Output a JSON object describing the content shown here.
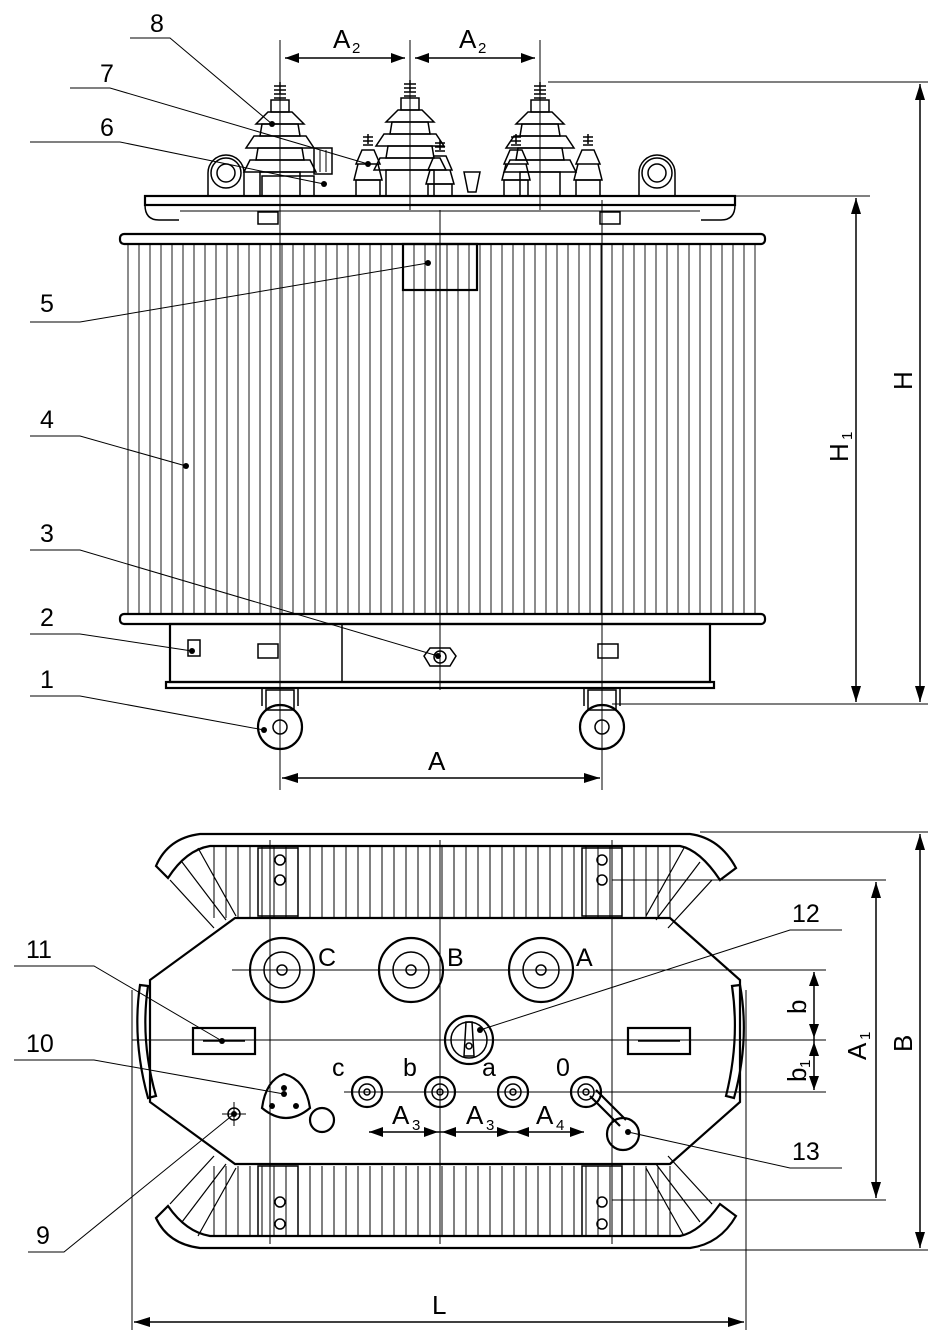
{
  "callouts": [
    "1",
    "2",
    "3",
    "4",
    "5",
    "6",
    "7",
    "8",
    "9",
    "10",
    "11",
    "12",
    "13"
  ],
  "dimensions": {
    "A": "A",
    "A2_main": "A",
    "A2_sub": "2",
    "A3_main": "A",
    "A3_sub": "3",
    "A4_main": "A",
    "A4_sub": "4",
    "A1_main": "A",
    "A1_sub": "1",
    "H": "H",
    "H1_main": "H",
    "H1_sub": "1",
    "B": "B",
    "L": "L",
    "b": "b",
    "b1_main": "b",
    "b1_sub": "1"
  },
  "terminals": {
    "hv": [
      "C",
      "B",
      "A"
    ],
    "lv": [
      "c",
      "b",
      "a",
      "0"
    ]
  }
}
